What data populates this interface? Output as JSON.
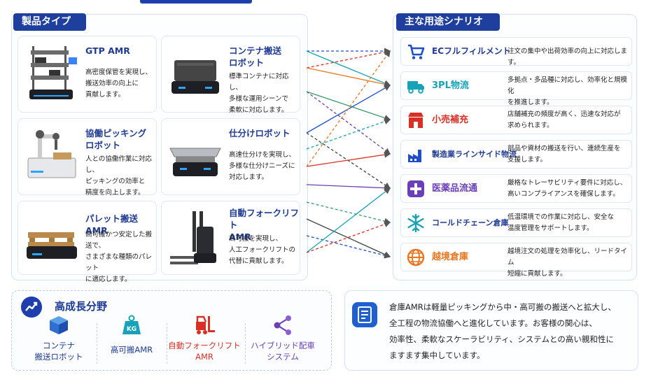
{
  "left_header": "製品タイプ",
  "right_header": "主な用途シナリオ",
  "products": [
    {
      "title": "GTP AMR",
      "desc": "高密度保管を実現し、\n搬送効率の向上に\n貢献します。"
    },
    {
      "title": "コンテナ搬送\nロボット",
      "desc": "標準コンテナに対応し、\n多様な運用シーンで\n柔軟に対応します。"
    },
    {
      "title": "協働ピッキング\nロボット",
      "desc": "人との協働作業に対応し、\nピッキングの効率と\n精度を向上します。"
    },
    {
      "title": "仕分けロボット",
      "desc": "高速仕分けを実現し、\n多様な仕分けニーズに\n対応します。"
    },
    {
      "title": "パレット搬送AMR",
      "desc": "高可搬かつ安定した搬送で、\nさまざまな種類のパレット\nに適応します。"
    },
    {
      "title": "自動フォークリフト\nAMR",
      "desc": "高可搬を実現し、\n人工フォークリフトの\n代替に貢献します。"
    }
  ],
  "scenarios": [
    {
      "label": "ECフルフィルメント",
      "desc": "注文の集中や出荷効率の向上に対応します。",
      "icon": "cart-icon",
      "color": "#1f4fc8"
    },
    {
      "label": "3PL物流",
      "desc": "多拠点・多品種に対応し、効率化と規模化\nを推進します。",
      "icon": "truck-icon",
      "color": "#17a2b8"
    },
    {
      "label": "小売補充",
      "desc": "店舗補充の頻度が高く、迅速な対応が\n求められます。",
      "icon": "store-icon",
      "color": "#d93025"
    },
    {
      "label": "製造業ラインサイド物流",
      "desc": "部品や資材の搬送を行い、連続生産を\n支援します。",
      "icon": "factory-icon",
      "color": "#1f4fc8"
    },
    {
      "label": "医薬品流通",
      "desc": "厳格なトレーサビリティ要件に対応し、\n高いコンプライアンスを確保します。",
      "icon": "medical-icon",
      "color": "#6a3fb8"
    },
    {
      "label": "コールドチェーン倉庫",
      "desc": "低温環境での作業に対応し、安全な\n温度管理をサポートします。",
      "icon": "snowflake-icon",
      "color": "#17a2b8"
    },
    {
      "label": "越境倉庫",
      "desc": "越境注文の処理を効率化し、リードタイム\n短縮に貢献します。",
      "icon": "globe-icon",
      "color": "#e87722"
    }
  ],
  "growth": {
    "title": "高成長分野",
    "items": [
      {
        "label": "コンテナ\n搬送ロボット",
        "icon": "container-robot-icon"
      },
      {
        "label": "高可搬AMR",
        "icon": "kg-weight-icon",
        "icon_text": "KG"
      },
      {
        "label": "自動フォークリフト\nAMR",
        "icon": "forklift-icon"
      },
      {
        "label": "ハイブリッド配車\nシステム",
        "icon": "network-icon"
      }
    ]
  },
  "summary": "倉庫AMRは軽量ピッキングから中・高可搬の搬送へと拡大し、\n全工程の物流協働へと進化しています。お客様の関心は、\n効率性、柔軟なスケーラビリティ、システムとの高い親和性に\nますます集中しています。",
  "link_colors": [
    "#1f4fc8",
    "#17a2b8",
    "#d93025",
    "#e87722",
    "#6a3fb8",
    "#3a9b6a",
    "#444444"
  ]
}
